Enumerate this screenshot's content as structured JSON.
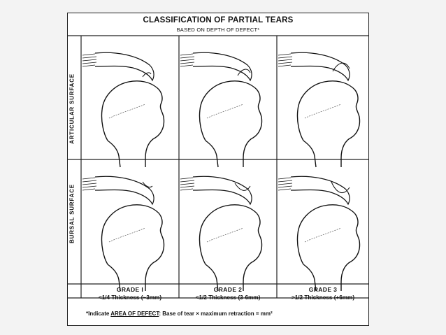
{
  "title": "CLASSIFICATION OF PARTIAL TEARS",
  "subtitle": "BASED ON DEPTH OF DEFECT*",
  "rows": [
    {
      "label": "ARTICULAR SURFACE"
    },
    {
      "label": "BURSAL SURFACE"
    }
  ],
  "grades": [
    {
      "name": "GRADE I",
      "thickness": "<1/4 Thickness (~3mm)"
    },
    {
      "name": "GRADE 2",
      "thickness": "<1/2 Thickness (3-6mm)"
    },
    {
      "name": "GRADE 3",
      "thickness": ">1/2 Thickness (+6mm)"
    }
  ],
  "footnote": {
    "prefix": "*Indicate ",
    "emphasis": "AREA OF DEFECT",
    "suffix": ": Base of tear × maximum retraction = mm²"
  },
  "colors": {
    "ink": "#111111",
    "background": "#f3f3f3",
    "paper": "#ffffff"
  }
}
